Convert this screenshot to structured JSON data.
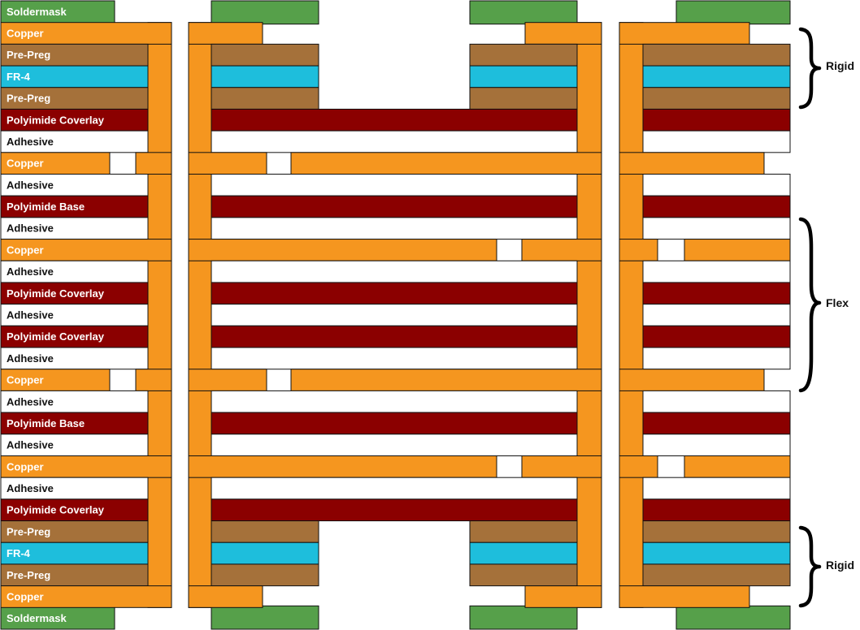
{
  "colors": {
    "soldermask": "#56a04a",
    "copper": "#f5961f",
    "preg": "#a5713a",
    "fr4": "#1ebedc",
    "polyimide": "#8b0000",
    "adhesive": "#ffffff",
    "label_light": "#ffffff",
    "label_dark": "#111111"
  },
  "layers": [
    {
      "label": "Soldermask",
      "material": "soldermask"
    },
    {
      "label": "Copper",
      "material": "copper"
    },
    {
      "label": "Pre-Preg",
      "material": "preg"
    },
    {
      "label": "FR-4",
      "material": "fr4"
    },
    {
      "label": "Pre-Preg",
      "material": "preg"
    },
    {
      "label": "Polyimide Coverlay",
      "material": "polyimide"
    },
    {
      "label": "Adhesive",
      "material": "adhesive"
    },
    {
      "label": "Copper",
      "material": "copper"
    },
    {
      "label": "Adhesive",
      "material": "adhesive"
    },
    {
      "label": "Polyimide Base",
      "material": "polyimide"
    },
    {
      "label": "Adhesive",
      "material": "adhesive"
    },
    {
      "label": "Copper",
      "material": "copper"
    },
    {
      "label": "Adhesive",
      "material": "adhesive"
    },
    {
      "label": "Polyimide Coverlay",
      "material": "polyimide"
    },
    {
      "label": "Adhesive",
      "material": "adhesive"
    },
    {
      "label": "Polyimide Coverlay",
      "material": "polyimide"
    },
    {
      "label": "Adhesive",
      "material": "adhesive"
    },
    {
      "label": "Copper",
      "material": "copper"
    },
    {
      "label": "Adhesive",
      "material": "adhesive"
    },
    {
      "label": "Polyimide Base",
      "material": "polyimide"
    },
    {
      "label": "Adhesive",
      "material": "adhesive"
    },
    {
      "label": "Copper",
      "material": "copper"
    },
    {
      "label": "Adhesive",
      "material": "adhesive"
    },
    {
      "label": "Polyimide Coverlay",
      "material": "polyimide"
    },
    {
      "label": "Pre-Preg",
      "material": "preg"
    },
    {
      "label": "FR-4",
      "material": "fr4"
    },
    {
      "label": "Pre-Preg",
      "material": "preg"
    },
    {
      "label": "Copper",
      "material": "copper"
    },
    {
      "label": "Soldermask",
      "material": "soldermask"
    }
  ],
  "regions": {
    "top_rigid": "Rigid",
    "flex": "Flex",
    "bottom_rigid": "Rigid"
  }
}
